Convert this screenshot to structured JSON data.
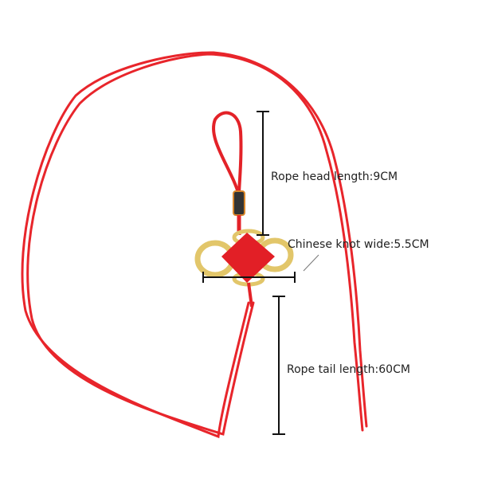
{
  "product": {
    "cord_color": "#e8252b",
    "metal_color": "#e2c66a"
  },
  "annotations": {
    "head_length": "Rope head length:9CM",
    "knot_width": "Chinese knot wide:5.5CM",
    "tail_length": "Rope tail length:60CM"
  }
}
